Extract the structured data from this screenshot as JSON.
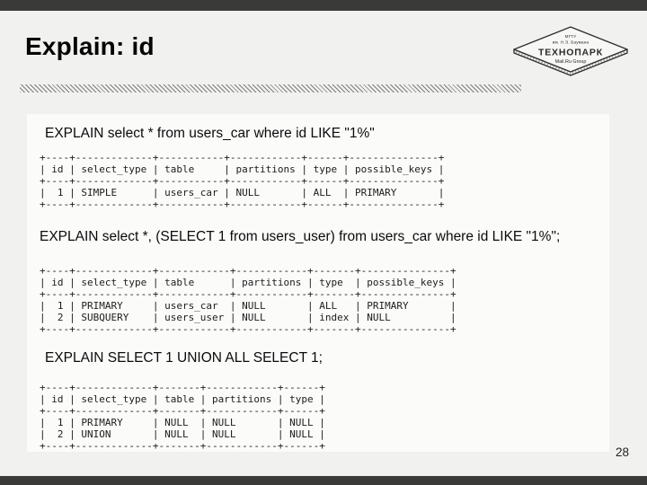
{
  "slide": {
    "title": "Explain: id",
    "page_number": "28"
  },
  "logo": {
    "org_line1": "МГТУ",
    "org_line2": "им. Н.Э. Баумана",
    "name": "ТЕХНОПАРК",
    "subtitle": "Mail.Ru Group"
  },
  "colors": {
    "accent_bar": "#3a3a38",
    "background": "#f1f1ef",
    "panel": "#fbfbfa",
    "text": "#0b0b0b",
    "code_text": "#1c1c1c"
  },
  "blocks": [
    {
      "query": "EXPLAIN select * from users_car where id LIKE \"1%\"",
      "output_lines": [
        "+----+-------------+-----------+------------+------+---------------+",
        "| id | select_type | table     | partitions | type | possible_keys |",
        "+----+-------------+-----------+------------+------+---------------+",
        "|  1 | SIMPLE      | users_car | NULL       | ALL  | PRIMARY       |",
        "+----+-------------+-----------+------------+------+---------------+"
      ]
    },
    {
      "query": "EXPLAIN select *, (SELECT 1 from users_user) from users_car where id LIKE \"1%\";",
      "output_lines": [
        "+----+-------------+------------+------------+-------+---------------+",
        "| id | select_type | table      | partitions | type  | possible_keys |",
        "+----+-------------+------------+------------+-------+---------------+",
        "|  1 | PRIMARY     | users_car  | NULL       | ALL   | PRIMARY       |",
        "|  2 | SUBQUERY    | users_user | NULL       | index | NULL          |",
        "+----+-------------+------------+------------+-------+---------------+"
      ]
    },
    {
      "query": "EXPLAIN SELECT 1 UNION ALL SELECT 1;",
      "output_lines": [
        "+----+-------------+-------+------------+------+",
        "| id | select_type | table | partitions | type |",
        "+----+-------------+-------+------------+------+",
        "|  1 | PRIMARY     | NULL  | NULL       | NULL |",
        "|  2 | UNION       | NULL  | NULL       | NULL |",
        "+----+-------------+-------+------------+------+"
      ]
    }
  ]
}
